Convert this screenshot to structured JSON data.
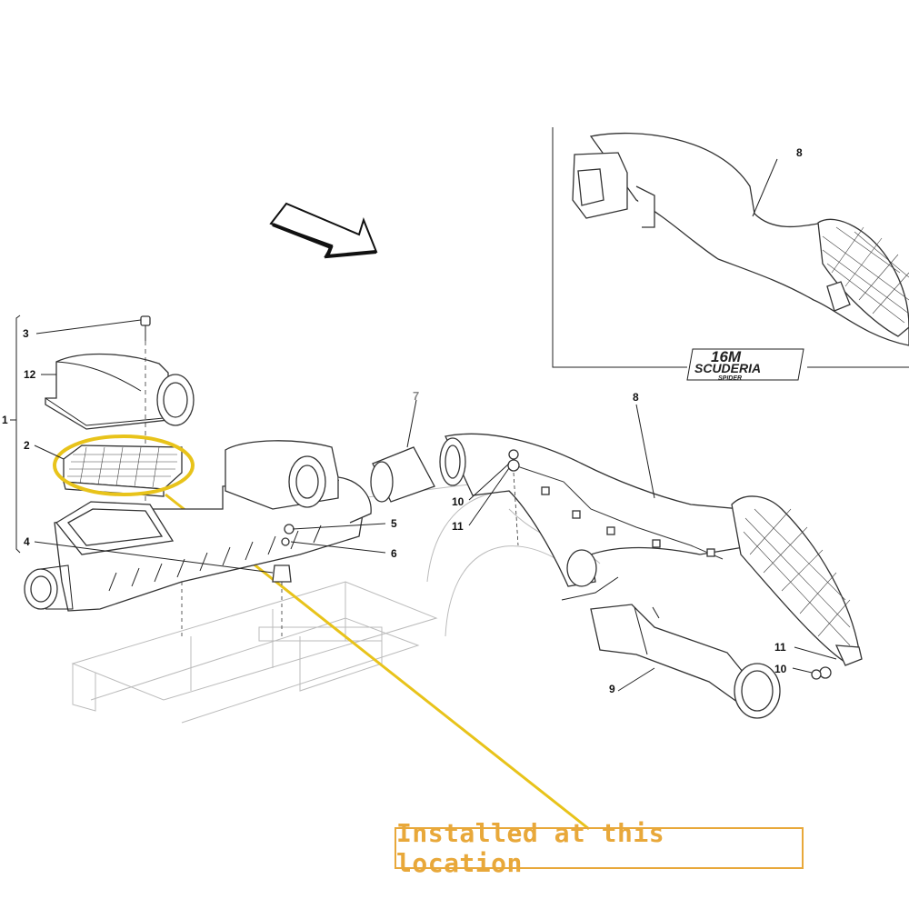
{
  "callout": {
    "text": "Installed at this location",
    "color": "#e8a83a",
    "highlight_color": "#e8c31a"
  },
  "part_labels": {
    "p1": "1",
    "p2": "2",
    "p3": "3",
    "p4": "4",
    "p5": "5",
    "p6": "6",
    "p7": "7",
    "p8_inset": "8",
    "p8_main": "8",
    "p9": "9",
    "p10_left": "10",
    "p10_right": "10",
    "p11_left": "11",
    "p11_right": "11",
    "p12": "12"
  },
  "inset": {
    "badge_line1": "16M",
    "badge_line2": "SCUDERIA",
    "badge_line3": "SPIDER"
  }
}
